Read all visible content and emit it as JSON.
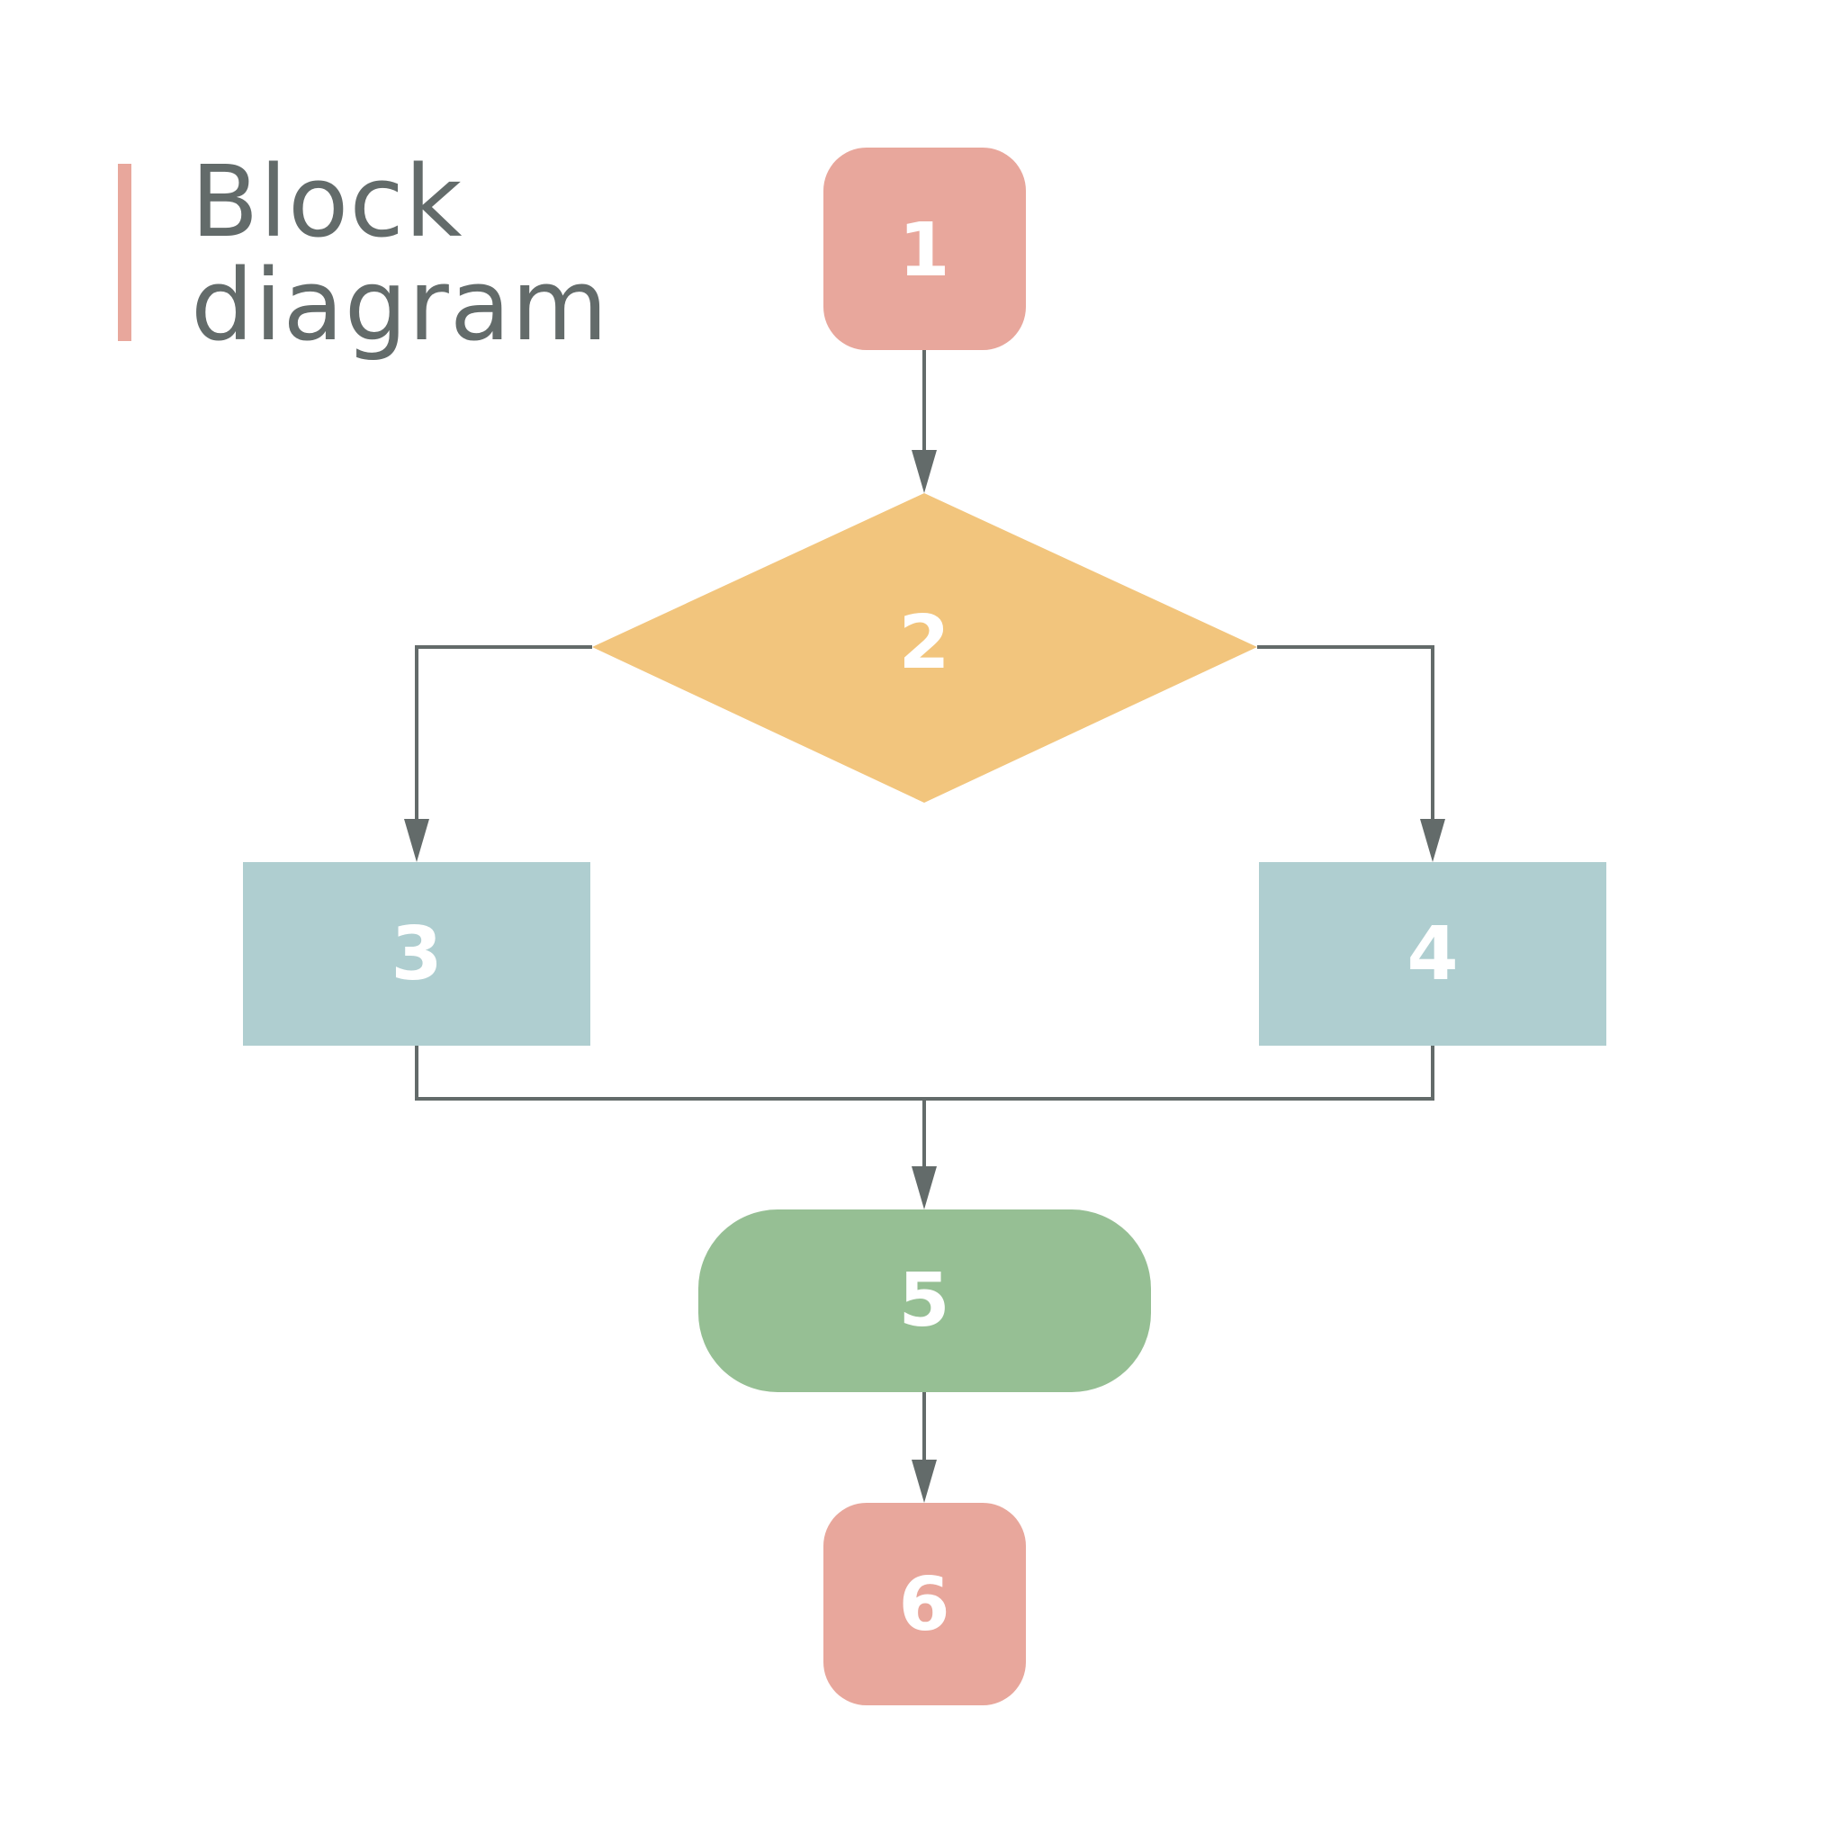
{
  "title": {
    "line1": "Block",
    "line2": "diagram"
  },
  "nodes": {
    "n1": {
      "label": "1",
      "shape": "rounded-square",
      "color": "#E8A79C"
    },
    "n2": {
      "label": "2",
      "shape": "diamond",
      "color": "#F2C57D"
    },
    "n3": {
      "label": "3",
      "shape": "rectangle",
      "color": "#AFCED0"
    },
    "n4": {
      "label": "4",
      "shape": "rectangle",
      "color": "#AFCED0"
    },
    "n5": {
      "label": "5",
      "shape": "pill",
      "color": "#96BF94"
    },
    "n6": {
      "label": "6",
      "shape": "rounded-square",
      "color": "#E8A79C"
    }
  },
  "edges": [
    {
      "from": "1",
      "to": "2"
    },
    {
      "from": "2",
      "to": "3"
    },
    {
      "from": "2",
      "to": "4"
    },
    {
      "from": "3",
      "to": "5"
    },
    {
      "from": "4",
      "to": "5"
    },
    {
      "from": "5",
      "to": "6"
    }
  ],
  "colors": {
    "accent_bar": "#E8A79C",
    "title_text": "#636B6A",
    "connector": "#636B6A",
    "node_text": "#FFFFFF",
    "background": "#FFFFFF"
  }
}
